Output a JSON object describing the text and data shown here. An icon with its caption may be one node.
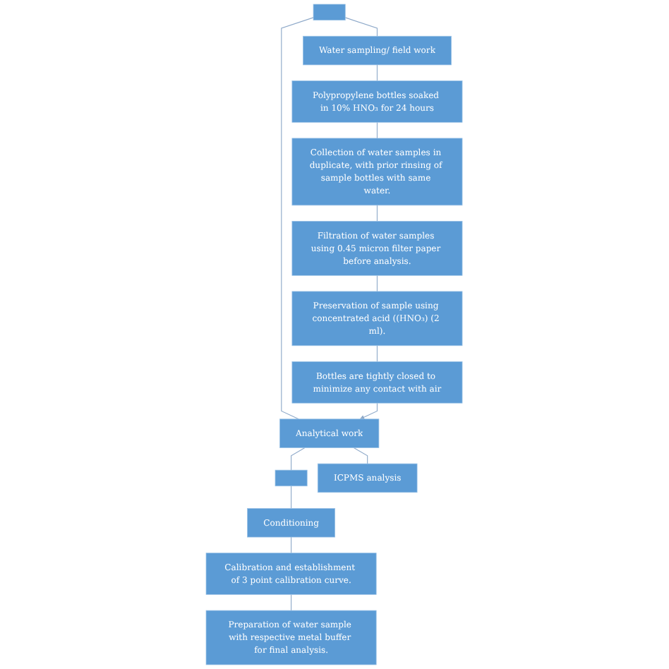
{
  "diagram": {
    "nodes": [
      {
        "text": [],
        "shape": "box"
      },
      {
        "text": [
          "Water sampling/ field work"
        ]
      },
      {
        "text": [
          "Analytical work"
        ]
      },
      {
        "text": [
          "Polypropylene bottles soaked in 10% HNO₃ for 24 hours"
        ]
      },
      {
        "text": [],
        "shape": "box"
      },
      {
        "text": [
          "ICPMS analysis"
        ]
      },
      {
        "text": [
          "Collection of water samples in duplicate, with prior rinsing of sample bottles with same water."
        ]
      },
      {
        "text": [
          "Conditioning"
        ]
      },
      {
        "text": [
          "Filtration of water samples using 0.45 micron filter paper before analysis."
        ]
      },
      {
        "text": [
          "Calibration and establishment of 3 point calibration curve."
        ]
      },
      {
        "text": [
          "Preservation of sample using concentrated acid ((HNO₃) (2 ml)."
        ]
      },
      {
        "text": [
          "Preparation of water sample with respective metal buffer for final analysis."
        ]
      },
      {
        "text": [
          "Bottles are tightly closed to minimize any contact with air"
        ]
      }
    ],
    "edges": [
      {
        "from": 0,
        "to": 1,
        "arrow": "none"
      },
      {
        "from": 0,
        "to": 2,
        "arrow": "none"
      },
      {
        "from": 1,
        "to": 3,
        "arrow": "none"
      },
      {
        "from": 3,
        "to": 6,
        "arrow": "none"
      },
      {
        "from": 6,
        "to": 8,
        "arrow": "none"
      },
      {
        "from": 8,
        "to": 10,
        "arrow": "none"
      },
      {
        "from": 10,
        "to": 12,
        "arrow": "none"
      },
      {
        "from": 12,
        "to": 2,
        "arrow": "to"
      },
      {
        "from": 2,
        "to": 4,
        "arrow": "none"
      },
      {
        "from": 2,
        "to": 5,
        "arrow": "none"
      },
      {
        "from": 4,
        "to": 7,
        "arrow": "none"
      },
      {
        "from": 7,
        "to": 9,
        "arrow": "none"
      },
      {
        "from": 9,
        "to": 11,
        "arrow": "none"
      }
    ]
  }
}
